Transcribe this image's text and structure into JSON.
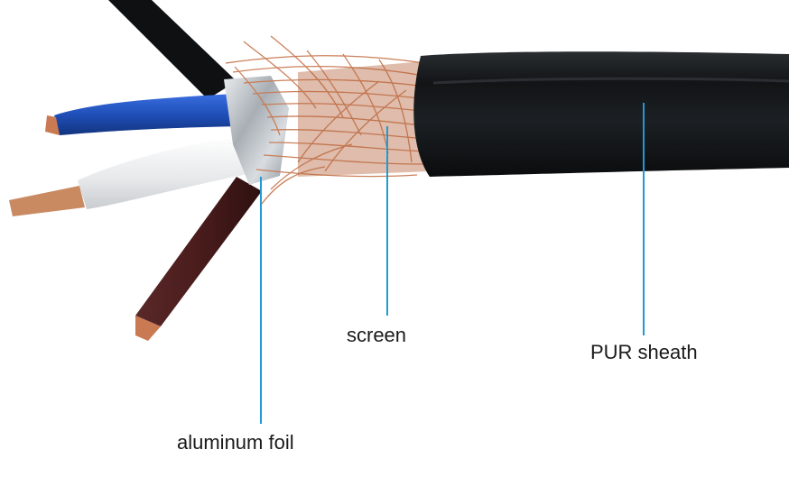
{
  "labels": {
    "aluminum_foil": "aluminum foil",
    "screen": "screen",
    "pur_sheath": "PUR sheath"
  },
  "colors": {
    "background": "#ffffff",
    "sheath": "#121416",
    "blue_wire": "#1f4fb8",
    "white_wire": "#eef0f2",
    "brown_wire": "#4a1c1c",
    "copper": "#c97a52",
    "foil": "#c9cdd2",
    "leader_line": "#1f9ad6",
    "label_text": "#1a1a1a"
  }
}
